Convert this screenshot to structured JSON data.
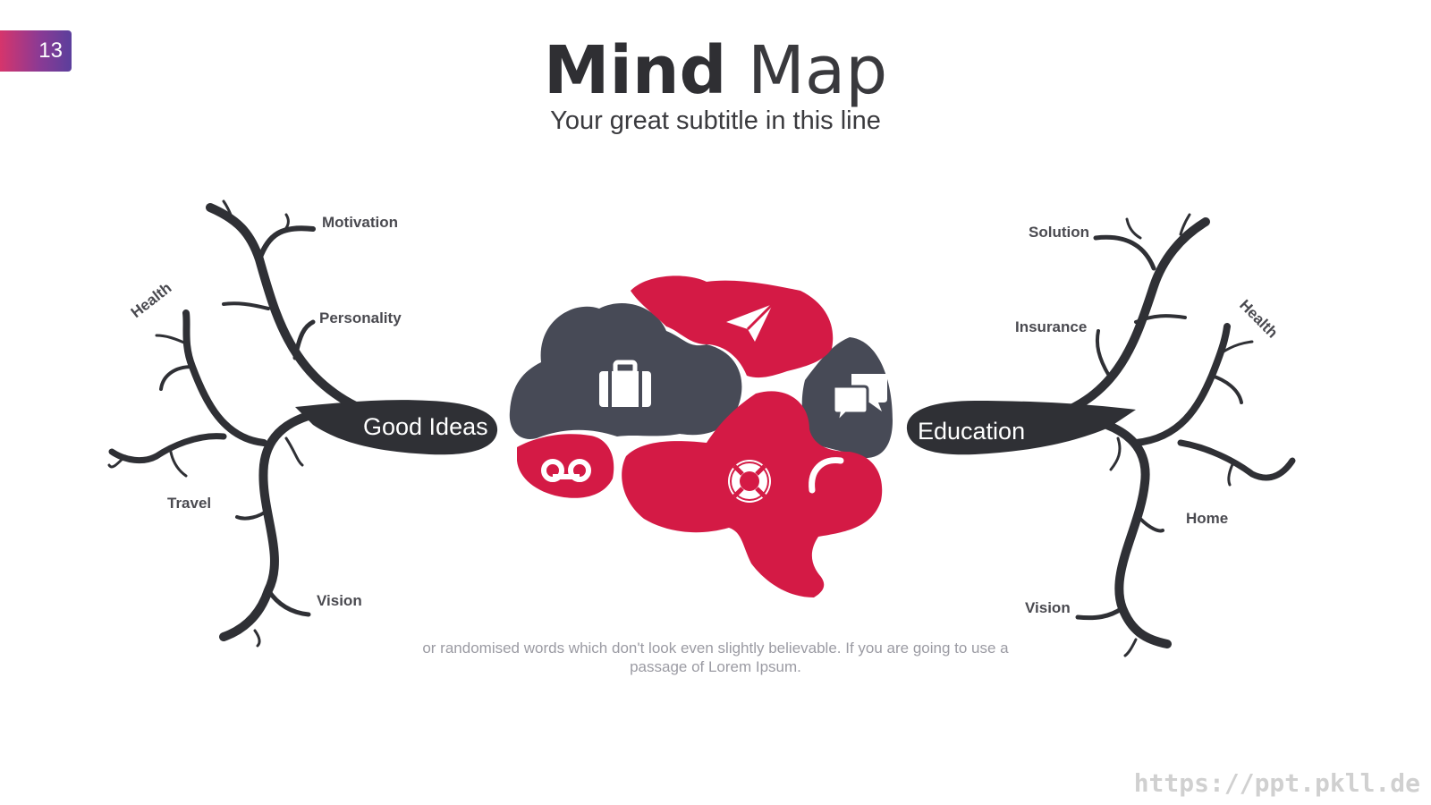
{
  "slide": {
    "number": "13"
  },
  "title": {
    "bold": "Mind Map",
    "light": ""
  },
  "subtitle": "Your great subtitle in this line",
  "left_tree": {
    "trunk_label": "Good Ideas",
    "labels": {
      "motivation": "Motivation",
      "personality": "Personality",
      "health": "Health",
      "travel": "Travel",
      "vision": "Vision"
    }
  },
  "right_tree": {
    "trunk_label": "Education",
    "labels": {
      "solution": "Solution",
      "insurance": "Insurance",
      "health": "Health",
      "home": "Home",
      "vision": "Vision"
    }
  },
  "brain": {
    "icons": [
      "briefcase-icon",
      "paper-plane-icon",
      "chat-bubbles-icon",
      "voicemail-icon",
      "lifebuoy-icon"
    ]
  },
  "body_text": "or randomised words which don't look even slightly believable. If you are going to use a passage of Lorem Ipsum.",
  "watermark": "https://ppt.pkll.de",
  "colors": {
    "dark": "#474a56",
    "red": "#d41a45",
    "branch": "#2f3035",
    "slide_badge": "#c2387a"
  }
}
